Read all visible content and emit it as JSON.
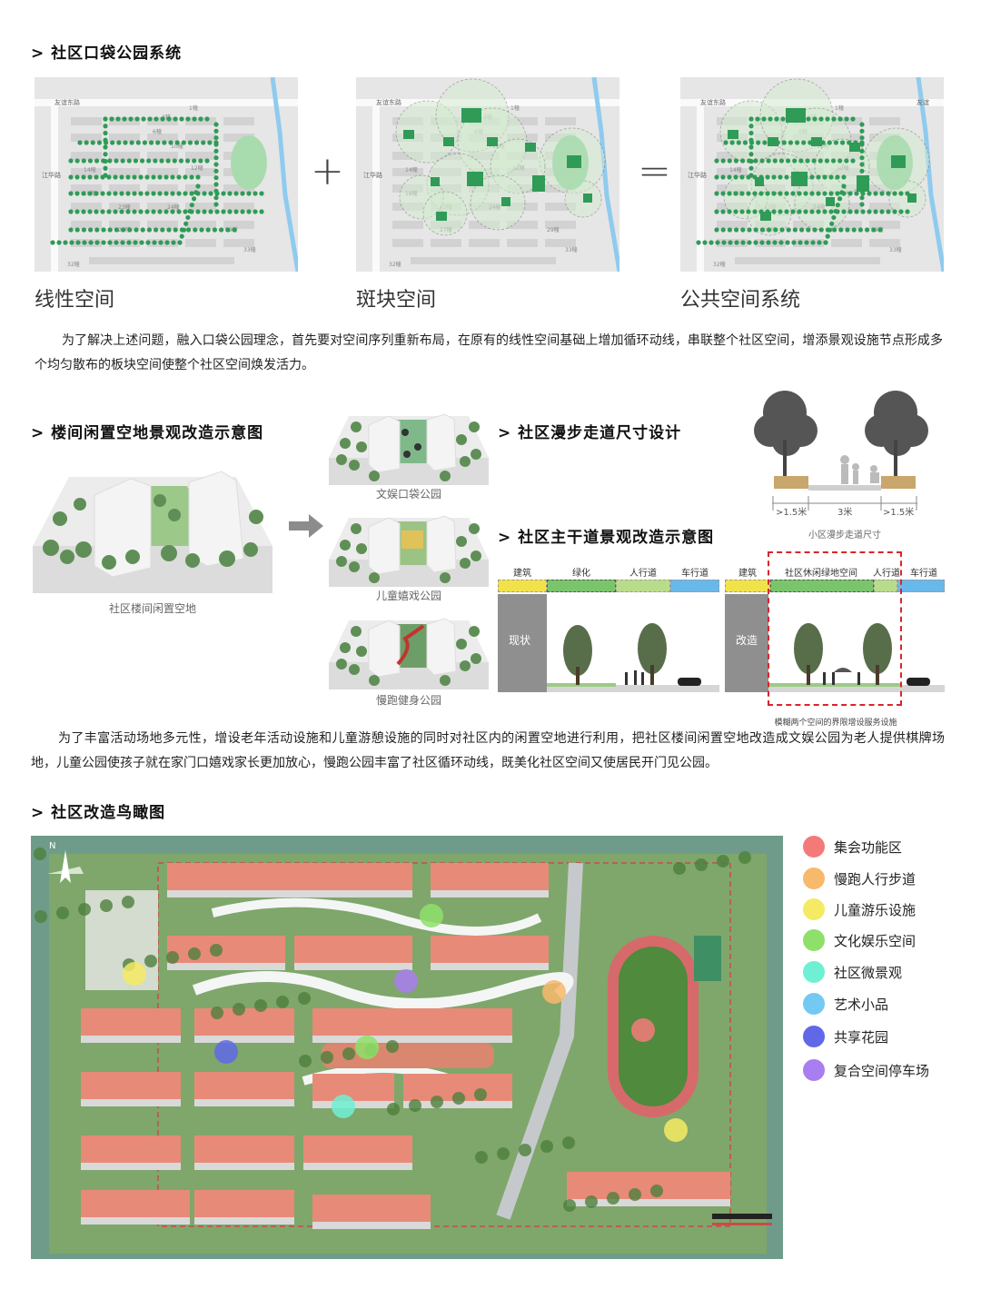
{
  "headings": {
    "pocket_park": "> 社区口袋公园系统",
    "idle_land": "> 楼间闲置空地景观改造示意图",
    "walkway": "> 社区漫步走道尺寸设计",
    "main_road": "> 社区主干道景观改造示意图",
    "aerial": "> 社区改造鸟瞰图"
  },
  "maps": {
    "road_top": "友谊东路",
    "road_top_right": "友谊",
    "road_left": "江华路",
    "buildings": [
      "1幢",
      "4幢",
      "6幢",
      "10幢",
      "12幢",
      "14幢",
      "18幢",
      "23幢",
      "24幢",
      "27幢",
      "29幢",
      "33幢",
      "32幢"
    ]
  },
  "system": {
    "linear": "线性空间",
    "plus": "+",
    "patch": "斑块空间",
    "equals": "=",
    "public": "公共空间系统"
  },
  "paragraph1": "为了解决上述问题，融入口袋公园理念，首先要对空间序列重新布局，在原有的线性空间基础上增加循环动线，串联整个社区空间，增添景观设施节点形成多个均匀散布的板块空间使整个社区空间焕发活力。",
  "idle": {
    "main_caption": "社区楼间闲置空地",
    "opt1": "文娱口袋公园",
    "opt2": "儿童嬉戏公园",
    "opt3": "慢跑健身公园"
  },
  "walk": {
    "dim_left": ">1.5米",
    "dim_mid": "3米",
    "dim_right": ">1.5米",
    "caption": "小区漫步走道尺寸"
  },
  "section": {
    "left_strip": [
      "建筑",
      "绿化",
      "人行道",
      "车行道"
    ],
    "right_strip": [
      "建筑",
      "社区休闲绿地空间",
      "人行道",
      "车行道"
    ],
    "current": "现状",
    "renovated": "改造",
    "note": "模糊两个空间的界限增设服务设施"
  },
  "colors": {
    "building": "#f2e24a",
    "green": "#7ac56b",
    "sidewalk": "#b9dc8a",
    "road": "#68b8ea",
    "dashed_red": "#d9252c"
  },
  "paragraph2": "为了丰富活动场地多元性，增设老年活动设施和儿童游憩设施的同时对社区内的闲置空地进行利用，把社区楼间闲置空地改造成文娱公园为老人提供棋牌场地，儿童公园使孩子就在家门口嬉戏家长更加放心，慢跑公园丰富了社区循环动线，既美化社区空间又使居民开门见公园。",
  "legend": [
    {
      "label": "集会功能区",
      "color": "#f47a7a"
    },
    {
      "label": "慢跑人行步道",
      "color": "#f7b96b"
    },
    {
      "label": "儿童游乐设施",
      "color": "#f5ea63"
    },
    {
      "label": "文化娱乐空间",
      "color": "#8ee06a"
    },
    {
      "label": "社区微景观",
      "color": "#6ff0d4"
    },
    {
      "label": "艺术小品",
      "color": "#73c9f2"
    },
    {
      "label": "共享花园",
      "color": "#6068e8"
    },
    {
      "label": "复合空间停车场",
      "color": "#a97ef0"
    }
  ],
  "aerial": {
    "north": "N"
  }
}
